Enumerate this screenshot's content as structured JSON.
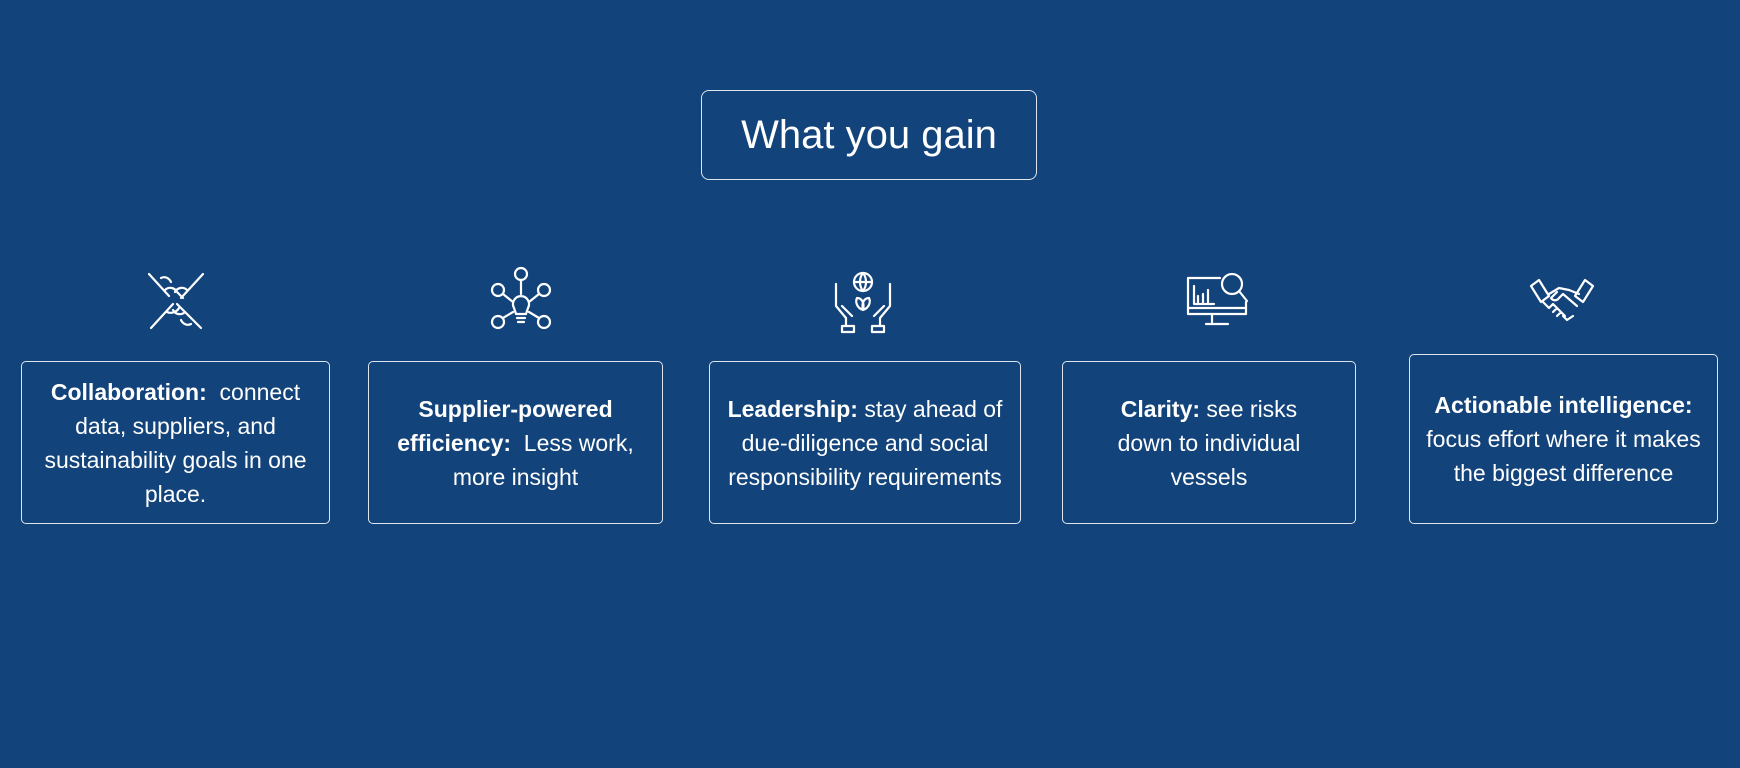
{
  "title": "What you gain",
  "cards": [
    {
      "icon": "hands-together-icon",
      "heading": "Collaboration:",
      "text": "  connect data, suppliers, and sustainability goals in one place."
    },
    {
      "icon": "idea-network-icon",
      "heading": "Supplier-powered efficiency:",
      "text": "  Less work, more insight"
    },
    {
      "icon": "hands-globe-plant-icon",
      "heading": "Leadership:",
      "text": " stay ahead of due-diligence and social responsibility requirements"
    },
    {
      "icon": "monitor-chart-search-icon",
      "heading": "Clarity:",
      "text": " see risks down to individual vessels"
    },
    {
      "icon": "handshake-icon",
      "heading": "Actionable intelligence:",
      "text": " focus effort where it makes the biggest difference"
    }
  ]
}
